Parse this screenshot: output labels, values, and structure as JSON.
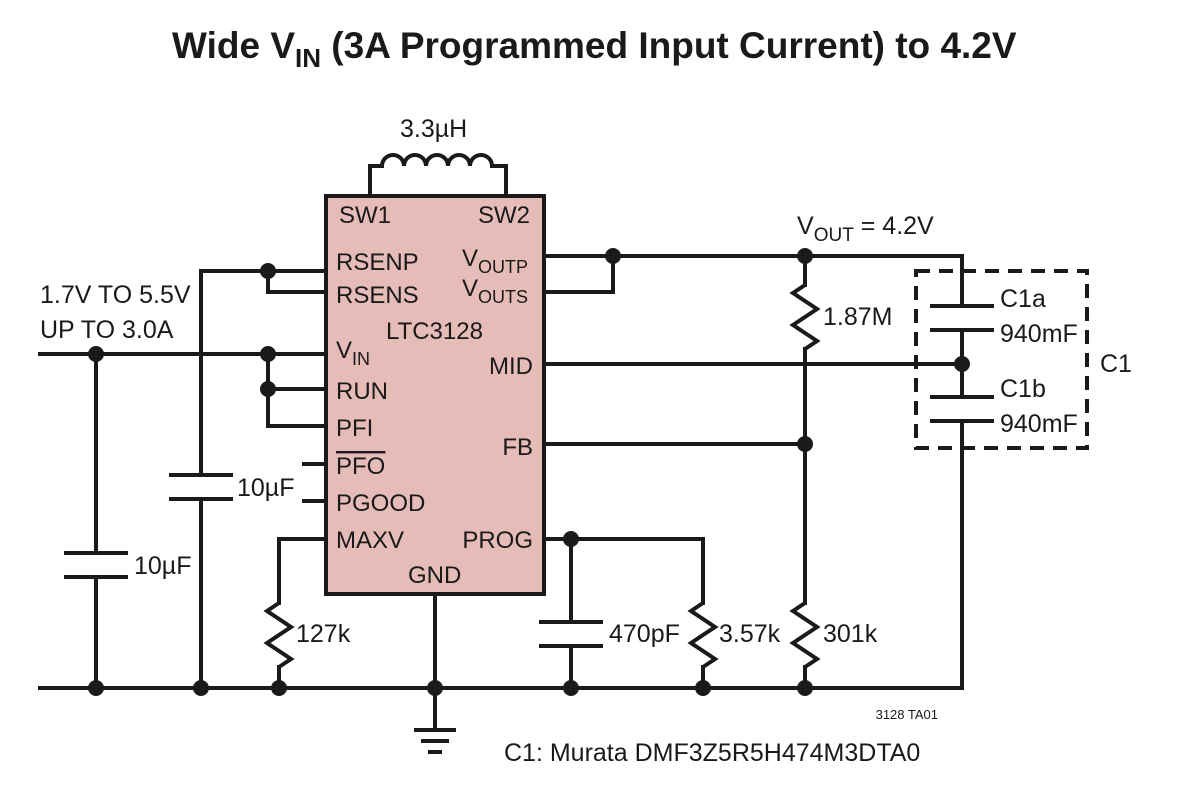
{
  "title": {
    "main": "Wide V",
    "sub": "IN",
    "rest": " (3A Programmed Input Current) to 4.2V"
  },
  "ic": {
    "name": "LTC3128",
    "fill": "#e6bcb8",
    "pins": {
      "sw1": "SW1",
      "sw2": "SW2",
      "rsenp": "RSENP",
      "rsens": "RSENS",
      "vin_main": "V",
      "vin_sub": "IN",
      "run": "RUN",
      "pfi": "PFI",
      "pfo": "PFO",
      "pgood": "PGOOD",
      "maxv": "MAXV",
      "voutp_main": "V",
      "voutp_sub": "OUTP",
      "vouts_main": "V",
      "vouts_sub": "OUTS",
      "mid": "MID",
      "fb": "FB",
      "prog": "PROG",
      "gnd": "GND"
    }
  },
  "labels": {
    "inductor": "3.3µH",
    "vin_range": "1.7V TO 5.5V",
    "vin_current": "UP TO 3.0A",
    "vout_main": "V",
    "vout_sub": "OUT",
    "vout_rest": " = 4.2V",
    "r_top": "1.87M",
    "r_bottom": "301k",
    "r_maxv": "127k",
    "r_prog": "3.57k",
    "c_prog": "470pF",
    "c_in": "10µF",
    "c_rsen": "10µF",
    "c1a_name": "C1a",
    "c1a_value": "940mF",
    "c1b_name": "C1b",
    "c1b_value": "940mF",
    "c1_group": "C1",
    "figure_code": "3128 TA01",
    "note": "C1: Murata DMF3Z5R5H474M3DTA0"
  }
}
